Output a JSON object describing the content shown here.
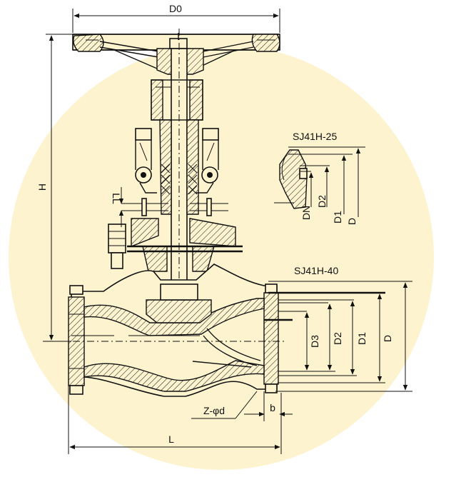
{
  "diagram": {
    "background_color": "#fdf3cf",
    "line_color": "#111111",
    "models": {
      "upper": "SJ41H-25",
      "lower": "SJ41H-40"
    },
    "dimensions": {
      "handwheel_diameter": "D0",
      "height": "H",
      "length": "L",
      "stem_travel": "LL",
      "bolt_holes": "Z-φd",
      "flange_thickness": "b",
      "small_flange": [
        "DN",
        "D2",
        "D1",
        "D"
      ],
      "large_flange": [
        "D3",
        "D2",
        "D1",
        "D"
      ]
    }
  }
}
